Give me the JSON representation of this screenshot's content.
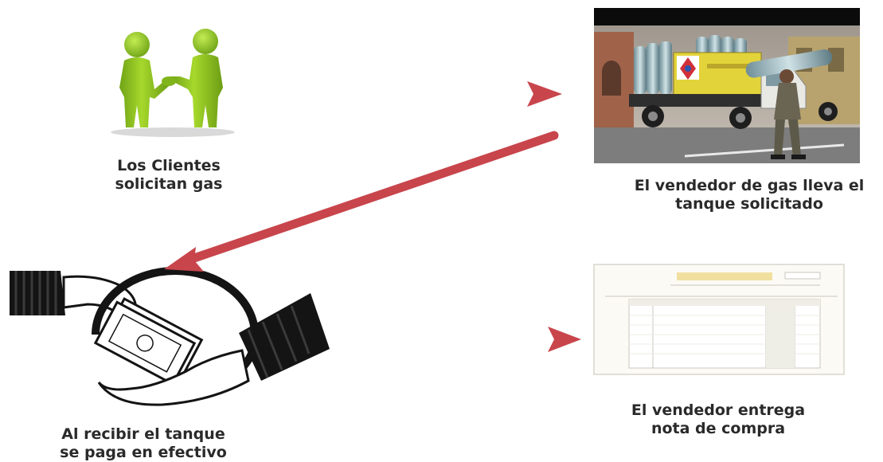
{
  "steps": [
    {
      "line1": "Los Clientes",
      "line2": "solicitan gas"
    },
    {
      "line1": "El vendedor de gas lleva el",
      "line2": "tanque solicitado"
    },
    {
      "line1": "Al recibir el tanque",
      "line2": "se paga en efectivo"
    },
    {
      "line1": "El vendedor entrega",
      "line2": "nota de compra"
    }
  ],
  "colors": {
    "arrow": "#c8454c",
    "figure_green": "#8cc21f",
    "truck_yellow": "#e3d33a",
    "ink": "#141414"
  },
  "icons": {
    "step1": "handshake-figures-icon",
    "step2": "gas-truck-photo",
    "step3": "cash-payment-hands-icon",
    "step4": "purchase-receipt-form"
  }
}
